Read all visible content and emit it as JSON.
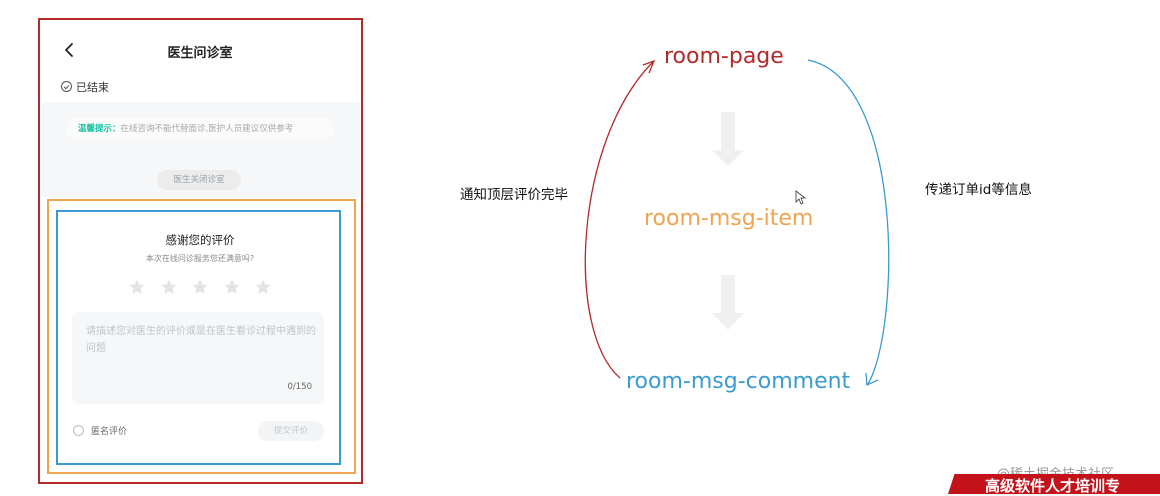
{
  "phone": {
    "nav_title": "医生问诊室",
    "status": "已结束",
    "tip_label": "温馨提示：",
    "tip_text": "在线咨询不能代替面诊,医护人员建议仅供参考",
    "closed_notice": "医生关闭诊室",
    "evaluation": {
      "title": "感谢您的评价",
      "subtitle": "本次在线问诊服务您还满意吗?",
      "rating": 0,
      "rating_max": 5,
      "placeholder": "请描述您对医生的评价或是在医生看诊过程中遇到的问题",
      "char_count": "0/150",
      "anonymous_label": "匿名评价",
      "submit_label": "提交评价"
    }
  },
  "diagram": {
    "nodes": {
      "page": "room-page",
      "item": "room-msg-item",
      "comment": "room-msg-comment"
    },
    "left_label": "通知顶层评价完毕",
    "right_label": "传递订单id等信息"
  },
  "watermark": {
    "text": "@稀土掘金技术社区",
    "banner": "高级软件人才培训专"
  },
  "colors": {
    "page": "#b32a2a",
    "item": "#f0a44d",
    "comment": "#3a9bd0",
    "accent": "#16c2a3"
  },
  "icons": {
    "back": "chevron-left-icon",
    "status": "check-circle-icon",
    "star": "star-icon",
    "cursor": "mouse-pointer-icon"
  }
}
